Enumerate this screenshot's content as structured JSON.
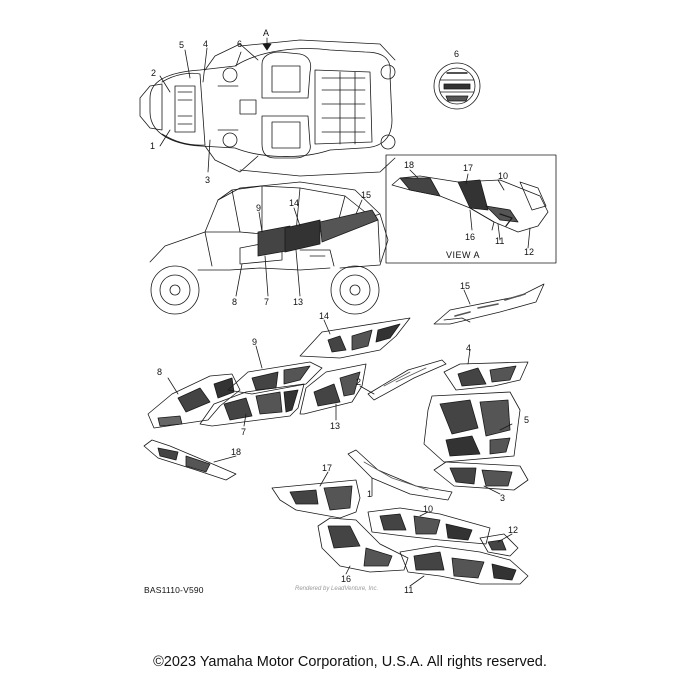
{
  "diagram": {
    "catalog_code": "BAS1110-V590",
    "view_label": "VIEW A",
    "view_arrow_label": "A",
    "watermark": "Rendered by LeadVenture, Inc.",
    "callouts": {
      "top_1": "1",
      "top_2": "2",
      "top_3": "3",
      "top_4": "4",
      "top_5": "5",
      "top_6": "6",
      "emblem_6": "6",
      "side_7": "7",
      "side_8": "8",
      "side_9": "9",
      "side_13": "13",
      "side_14": "14",
      "side_15": "15",
      "viewa_10": "10",
      "viewa_11": "11",
      "viewa_12": "12",
      "viewa_16": "16",
      "viewa_17": "17",
      "viewa_18": "18",
      "exp_15": "15",
      "exp_14": "14",
      "exp_9": "9",
      "exp_8": "8",
      "exp_7": "7",
      "exp_13": "13",
      "exp_2": "2",
      "exp_4": "4",
      "exp_5": "5",
      "exp_3": "3",
      "exp_1": "1",
      "exp_18": "18",
      "exp_17": "17",
      "exp_10": "10",
      "exp_12": "12",
      "exp_16": "16",
      "exp_11": "11"
    }
  },
  "footer": {
    "copyright": "©2023 Yamaha Motor Corporation, U.S.A. All rights reserved."
  }
}
